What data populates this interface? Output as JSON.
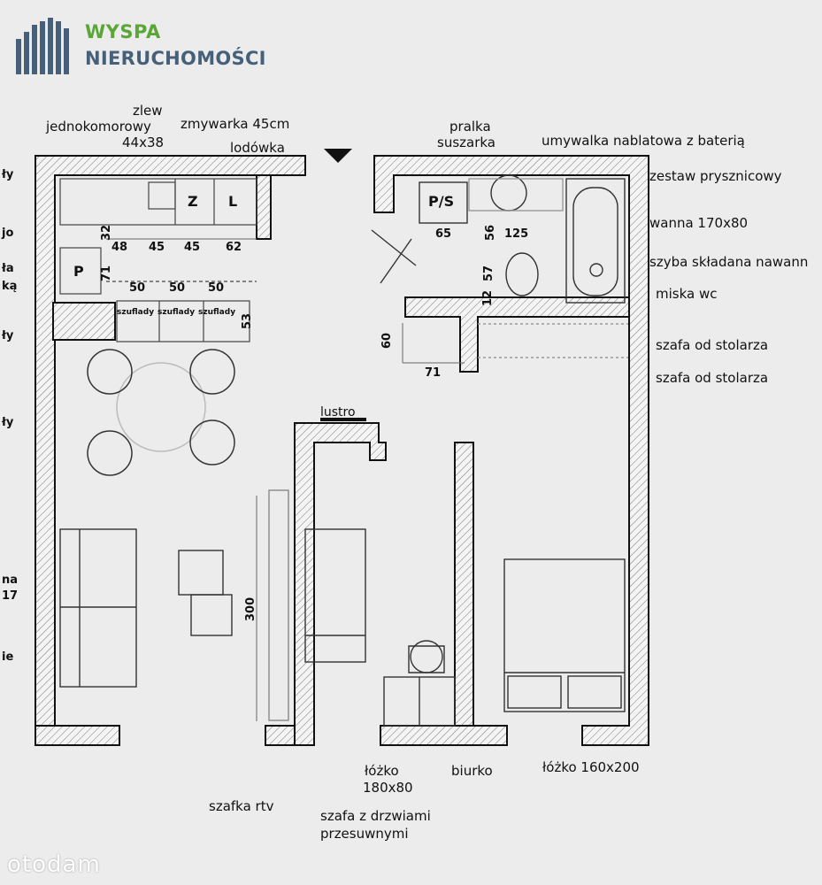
{
  "logo": {
    "brand_line1": "WYSPA",
    "brand_line2": "NIERUCHOMOŚCI",
    "colors": {
      "line1": "#5aa637",
      "line2": "#46607a"
    }
  },
  "watermark": "otodam",
  "top_labels": {
    "zlew_1": "zlew",
    "zlew_2": "jednokomorowy",
    "zlew_3": "44x38",
    "zmywarka": "zmywarka 45cm",
    "lodowka": "lodówka",
    "pralka": "pralka",
    "suszarka": "suszarka",
    "umywalka": "umywalka nablatowa z baterią"
  },
  "right_labels": {
    "zestaw": "zestaw prysznicowy",
    "wanna": "wanna 170x80",
    "szyba": "szyba składana nawann",
    "miska": "miska wc",
    "szafa1": "szafa od stolarza",
    "szafa2": "szafa od stolarza"
  },
  "bottom_labels": {
    "lozko1_1": "łóżko",
    "lozko1_2": "180x80",
    "biurko": "biurko",
    "lozko2": "łóżko 160x200",
    "szafka_rtv": "szafka rtv",
    "szafa_drzwi_1": "szafa z drzwiami",
    "szafa_drzwi_2": "przesuwnymi",
    "lustro": "lustro"
  },
  "left_edge": [
    "ły",
    "jo",
    "ła",
    "ką",
    "ły",
    "ły",
    "na",
    "17",
    "ie"
  ],
  "room_letters": {
    "z": "Z",
    "l": "L",
    "p": "P",
    "ps": "P/S"
  },
  "dims": {
    "d32": "32",
    "d48": "48",
    "d45a": "45",
    "d45b": "45",
    "d62": "62",
    "d71": "71",
    "d50a": "50",
    "d50b": "50",
    "d50c": "50",
    "d53": "53",
    "d65": "65",
    "d56": "56",
    "d125": "125",
    "d57": "57",
    "d12": "12",
    "d60": "60",
    "d71b": "71",
    "d300": "300",
    "szuflady1": "szuflady",
    "szuflady2": "szuflady",
    "szuflady3": "szuflady"
  }
}
